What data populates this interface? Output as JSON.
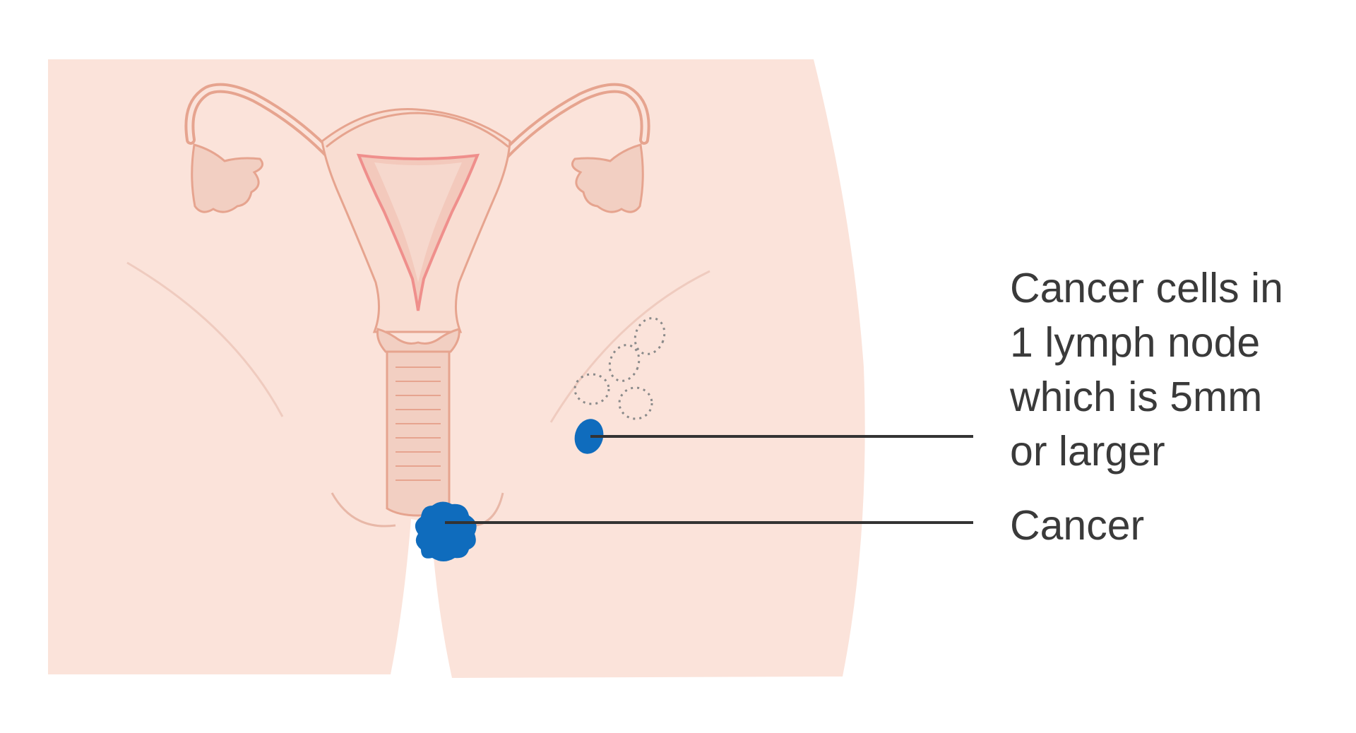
{
  "labels": {
    "lymph_node": {
      "lines": [
        "Cancer cells in",
        "1 lymph node",
        "which is 5mm",
        "or larger"
      ]
    },
    "cancer": "Cancer"
  },
  "colors": {
    "skin": "#fbe3da",
    "organ_fill": "#f6d6cb",
    "organ_outline": "#e6a48f",
    "lining": "#ef8f8c",
    "cancer_blue": "#0f6cbd",
    "pointer_line": "#333333",
    "dotted_node": "#8a8a8a",
    "text": "#3a3a3a"
  }
}
